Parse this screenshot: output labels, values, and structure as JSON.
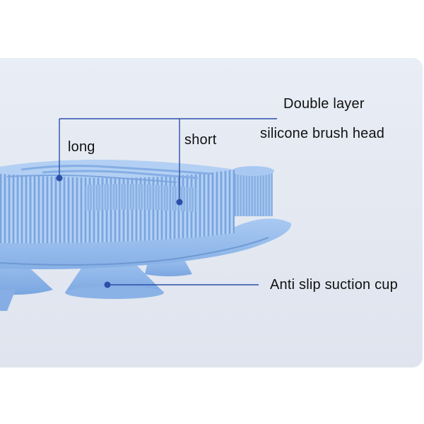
{
  "annotations": {
    "title_line1": "Double layer",
    "title_line2": "silicone brush head",
    "long_label": "long",
    "short_label": "short",
    "suction_label": "Anti slip suction cup"
  },
  "colors": {
    "background_panel": "#e6eaf2",
    "silicone": "#8fb6e8",
    "callout_line": "#2b4ea8"
  }
}
